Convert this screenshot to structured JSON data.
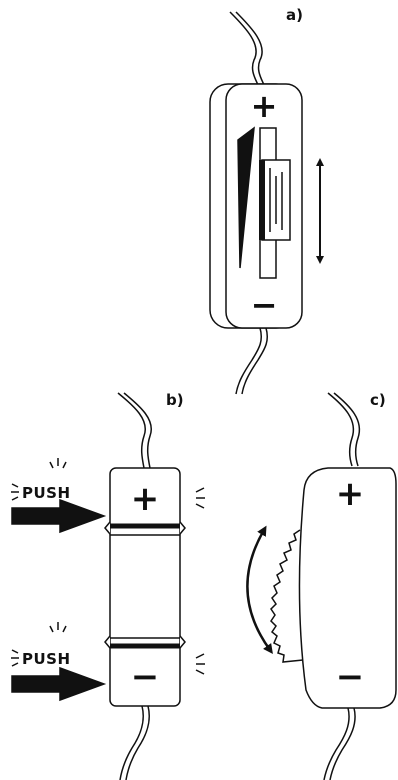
{
  "panels": {
    "a": {
      "label": "a)",
      "plus": "+",
      "minus": "−"
    },
    "b": {
      "label": "b)",
      "plus": "+",
      "minus": "−",
      "push_top": "PUSH",
      "push_bottom": "PUSH"
    },
    "c": {
      "label": "c)",
      "plus": "+",
      "minus": "−"
    }
  }
}
